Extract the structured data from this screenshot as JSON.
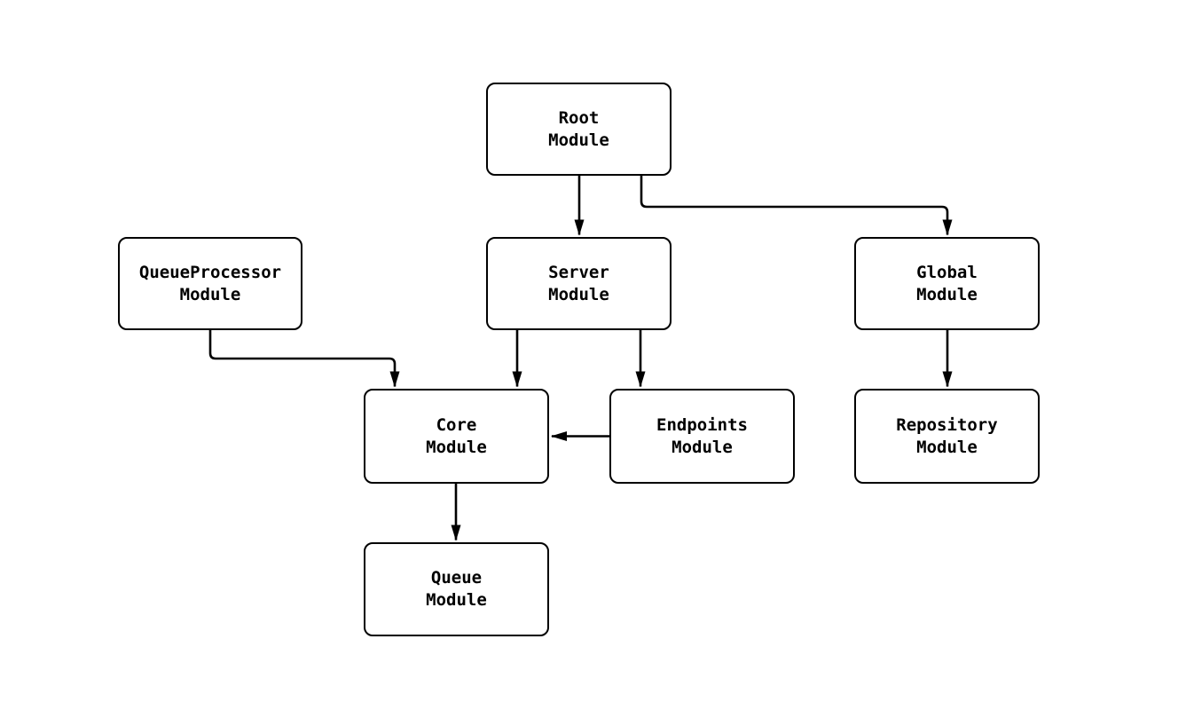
{
  "diagram": {
    "type": "flowchart",
    "background_color": "#ffffff",
    "node_fill_color": "#ffffff",
    "node_border_color": "#000000",
    "edge_color": "#000000",
    "text_color": "#000000",
    "nodes": [
      {
        "id": "root-module",
        "label": "Root\nModule"
      },
      {
        "id": "queueprocessor-module",
        "label": "QueueProcessor\nModule"
      },
      {
        "id": "server-module",
        "label": "Server\nModule"
      },
      {
        "id": "global-module",
        "label": "Global\nModule"
      },
      {
        "id": "core-module",
        "label": "Core\nModule"
      },
      {
        "id": "endpoints-module",
        "label": "Endpoints\nModule"
      },
      {
        "id": "repository-module",
        "label": "Repository\nModule"
      },
      {
        "id": "queue-module",
        "label": "Queue\nModule"
      }
    ],
    "edges": [
      {
        "from": "Root Module",
        "to": "Server Module"
      },
      {
        "from": "Root Module",
        "to": "Global Module"
      },
      {
        "from": "QueueProcessor Module",
        "to": "Core Module"
      },
      {
        "from": "Server Module",
        "to": "Core Module"
      },
      {
        "from": "Server Module",
        "to": "Endpoints Module"
      },
      {
        "from": "Endpoints Module",
        "to": "Core Module"
      },
      {
        "from": "Core Module",
        "to": "Queue Module"
      },
      {
        "from": "Global Module",
        "to": "Repository Module"
      }
    ]
  }
}
